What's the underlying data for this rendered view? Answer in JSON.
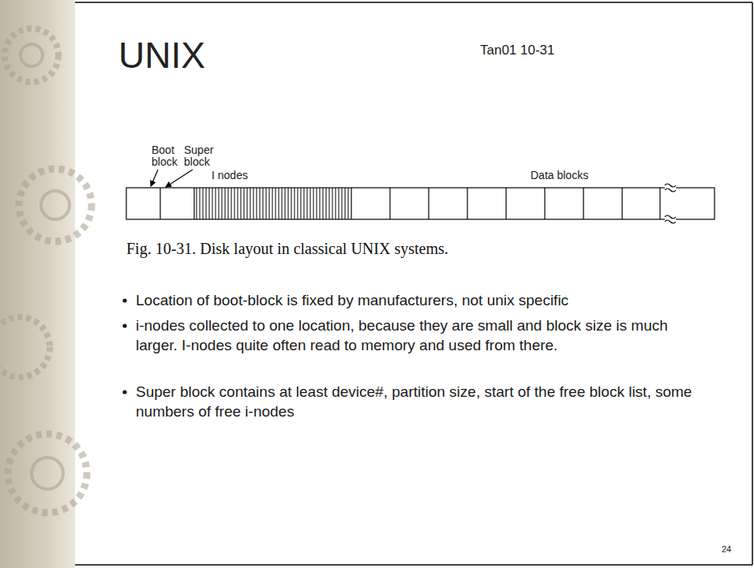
{
  "diagram": {
    "title": "UNIX",
    "caption": "Fig. 10-31. Disk layout in classical UNIX systems.",
    "labels": [
      "Tan01 10-31",
      "Boot block",
      "Super block",
      "I nodes",
      "Data blocks",
      "Location of boot-block is fixed by manufacturers, not unix specific",
      "i-nodes collected to one location, because they are small and block size is much larger. I-nodes quite often read to memory and used from there.",
      "Super block contains at least device#, partition size, start of the free block list, some numbers of free i-nodes",
      "24"
    ]
  }
}
